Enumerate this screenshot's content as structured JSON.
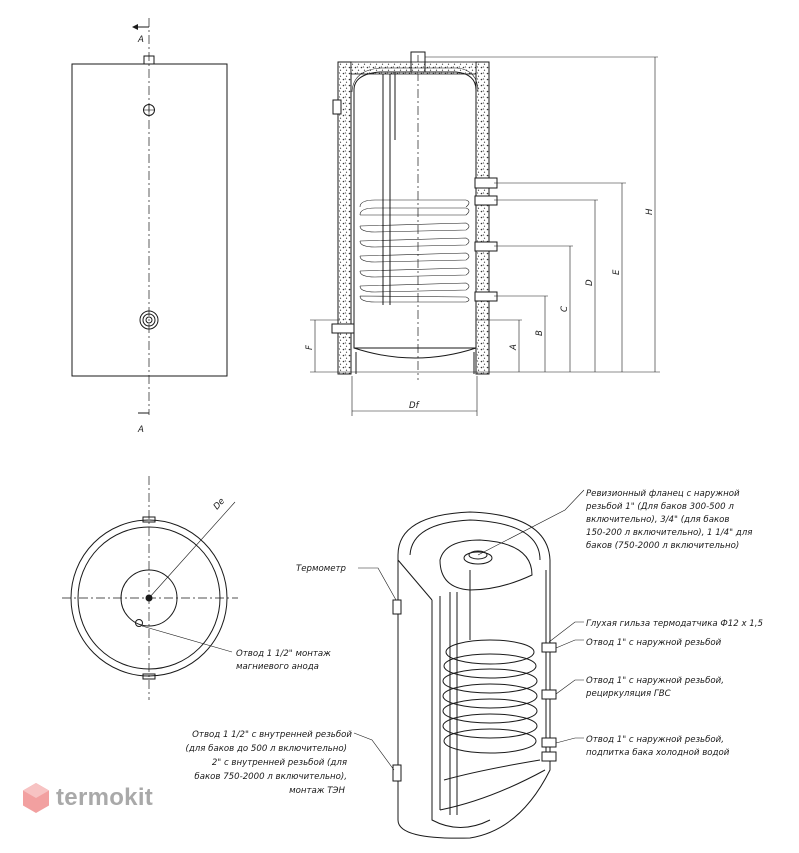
{
  "section_marks": {
    "top": "A",
    "bottom": "A"
  },
  "dimensions": {
    "A": "A",
    "B": "B",
    "C": "C",
    "D": "D",
    "E": "E",
    "F": "F",
    "H": "H",
    "Df": "Df",
    "De": "De"
  },
  "callouts": {
    "flange": [
      "Ревизионный фланец с наружной",
      "резьбой 1\" (Для баков 300-500 л",
      "включительно), 3/4\" (для баков",
      "150-200 л включительно), 1 1/4\" для",
      "баков (750-2000 л включительно)"
    ],
    "thermometer": [
      "Термометр"
    ],
    "thermo_sleeve": [
      "Глухая гильза термодатчика Ф12 х 1,5"
    ],
    "outlet_1": [
      "Отвод 1\" с наружной резьбой"
    ],
    "outlet_recirc": [
      "Отвод 1\" с наружной резьбой,",
      "рециркуляция ГВС"
    ],
    "outlet_cold": [
      "Отвод 1\" с наружной резьбой,",
      "подпитка бака холодной водой"
    ],
    "anode": [
      "Отвод 1 1/2\" монтаж",
      "магниевого анода"
    ],
    "heater": [
      "Отвод 1 1/2\" с внутренней резьбой",
      "(для баков до 500 л включительно)",
      "2\" с внутренней резьбой (для",
      "баков 750-2000 л включительно),",
      "монтаж ТЭН"
    ]
  },
  "watermark": {
    "text": "termokit",
    "color": "#a9a9a9",
    "mark_color": "#f2a0a0"
  }
}
